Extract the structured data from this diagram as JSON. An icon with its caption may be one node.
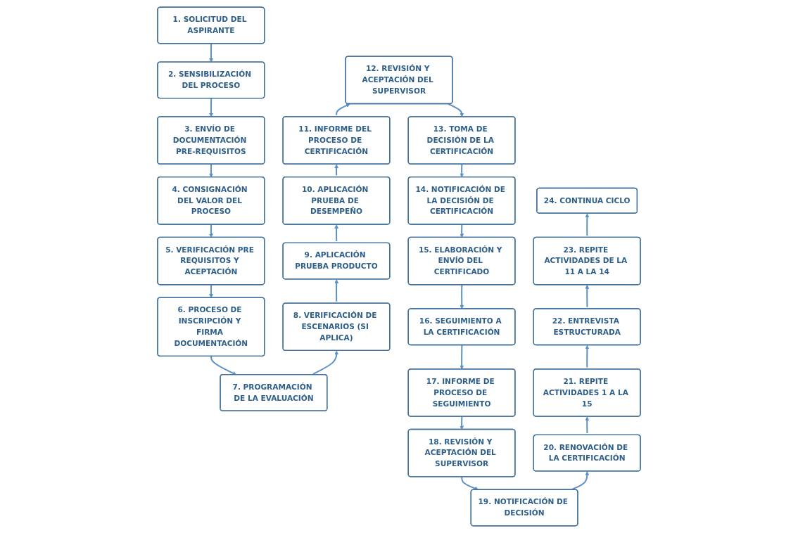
{
  "diagram": {
    "nodes": [
      {
        "text": [
          "1. SOLICITUD DEL ASPIRANTE"
        ]
      },
      {
        "text": [
          "2. SENSIBILIZACIÓN DEL PROCESO"
        ]
      },
      {
        "text": [
          "3. ENVÍO DE DOCUMENTACIÓN PRE-REQUISITOS"
        ]
      },
      {
        "text": [
          "4. CONSIGNACIÓN DEL VALOR DEL PROCESO"
        ]
      },
      {
        "text": [
          "5. VERIFICACIÓN PRE REQUISITOS Y ACEPTACIÓN"
        ]
      },
      {
        "text": [
          "6. PROCESO DE INSCRIPCIÓN Y FIRMA DOCUMENTACIÓN"
        ]
      },
      {
        "text": [
          "7. PROGRAMACIÓN DE LA EVALUACIÓN"
        ]
      },
      {
        "text": [
          "8. VERIFICACIÓN DE ESCENARIOS (SI APLICA)"
        ]
      },
      {
        "text": [
          "9. APLICACIÓN PRUEBA PRODUCTO"
        ]
      },
      {
        "text": [
          "10. APLICACIÓN PRUEBA DE DESEMPEÑO"
        ]
      },
      {
        "text": [
          "11. INFORME DEL PROCESO DE CERTIFICACIÓN"
        ]
      },
      {
        "text": [
          "12. REVISIÓN Y ACEPTACIÓN DEL SUPERVISOR"
        ]
      },
      {
        "text": [
          "13. TOMA DE DECISIÓN DE LA CERTIFICACIÓN"
        ]
      },
      {
        "text": [
          "14. NOTIFICACIÓN DE LA DECISIÓN DE CERTIFICACIÓN"
        ]
      },
      {
        "text": [
          "15. ELABORACIÓN Y ENVÍO DEL CERTIFICADO"
        ]
      },
      {
        "text": [
          "16. SEGUIMIENTO A LA CERTIFICACIÓN"
        ]
      },
      {
        "text": [
          "17. INFORME DE PROCESO DE SEGUIMIENTO"
        ]
      },
      {
        "text": [
          "18. REVISIÓN Y ACEPTACIÓN DEL SUPERVISOR"
        ]
      },
      {
        "text": [
          "19. NOTIFICACIÓN DE DECISIÓN"
        ]
      },
      {
        "text": [
          "20. RENOVACIÓN DE LA CERTIFICACIÓN"
        ]
      },
      {
        "text": [
          "21. REPITE ACTIVIDADES 1 A LA 15"
        ]
      },
      {
        "text": [
          "22. ENTREVISTA ESTRUCTURADA"
        ]
      },
      {
        "text": [
          "23. REPITE ACTIVIDADES DE LA 11 A LA 14"
        ]
      },
      {
        "text": [
          "24. CONTINUA CICLO"
        ]
      }
    ],
    "edges": [
      {
        "from": 0,
        "to": 1,
        "arrow": "to"
      },
      {
        "from": 1,
        "to": 2,
        "arrow": "to"
      },
      {
        "from": 2,
        "to": 3,
        "arrow": "to"
      },
      {
        "from": 3,
        "to": 4,
        "arrow": "to"
      },
      {
        "from": 4,
        "to": 5,
        "arrow": "to"
      },
      {
        "from": 5,
        "to": 6,
        "arrow": "to"
      },
      {
        "from": 6,
        "to": 7,
        "arrow": "to"
      },
      {
        "from": 7,
        "to": 8,
        "arrow": "to"
      },
      {
        "from": 8,
        "to": 9,
        "arrow": "to"
      },
      {
        "from": 9,
        "to": 10,
        "arrow": "to"
      },
      {
        "from": 10,
        "to": 11,
        "arrow": "to"
      },
      {
        "from": 11,
        "to": 12,
        "arrow": "to"
      },
      {
        "from": 12,
        "to": 13,
        "arrow": "to"
      },
      {
        "from": 13,
        "to": 14,
        "arrow": "to"
      },
      {
        "from": 14,
        "to": 15,
        "arrow": "to"
      },
      {
        "from": 15,
        "to": 16,
        "arrow": "to"
      },
      {
        "from": 16,
        "to": 17,
        "arrow": "to"
      },
      {
        "from": 17,
        "to": 18,
        "arrow": "to"
      },
      {
        "from": 18,
        "to": 19,
        "arrow": "to"
      },
      {
        "from": 19,
        "to": 20,
        "arrow": "to"
      },
      {
        "from": 20,
        "to": 21,
        "arrow": "to"
      },
      {
        "from": 21,
        "to": 22,
        "arrow": "to"
      },
      {
        "from": 22,
        "to": 23,
        "arrow": "to"
      }
    ]
  }
}
